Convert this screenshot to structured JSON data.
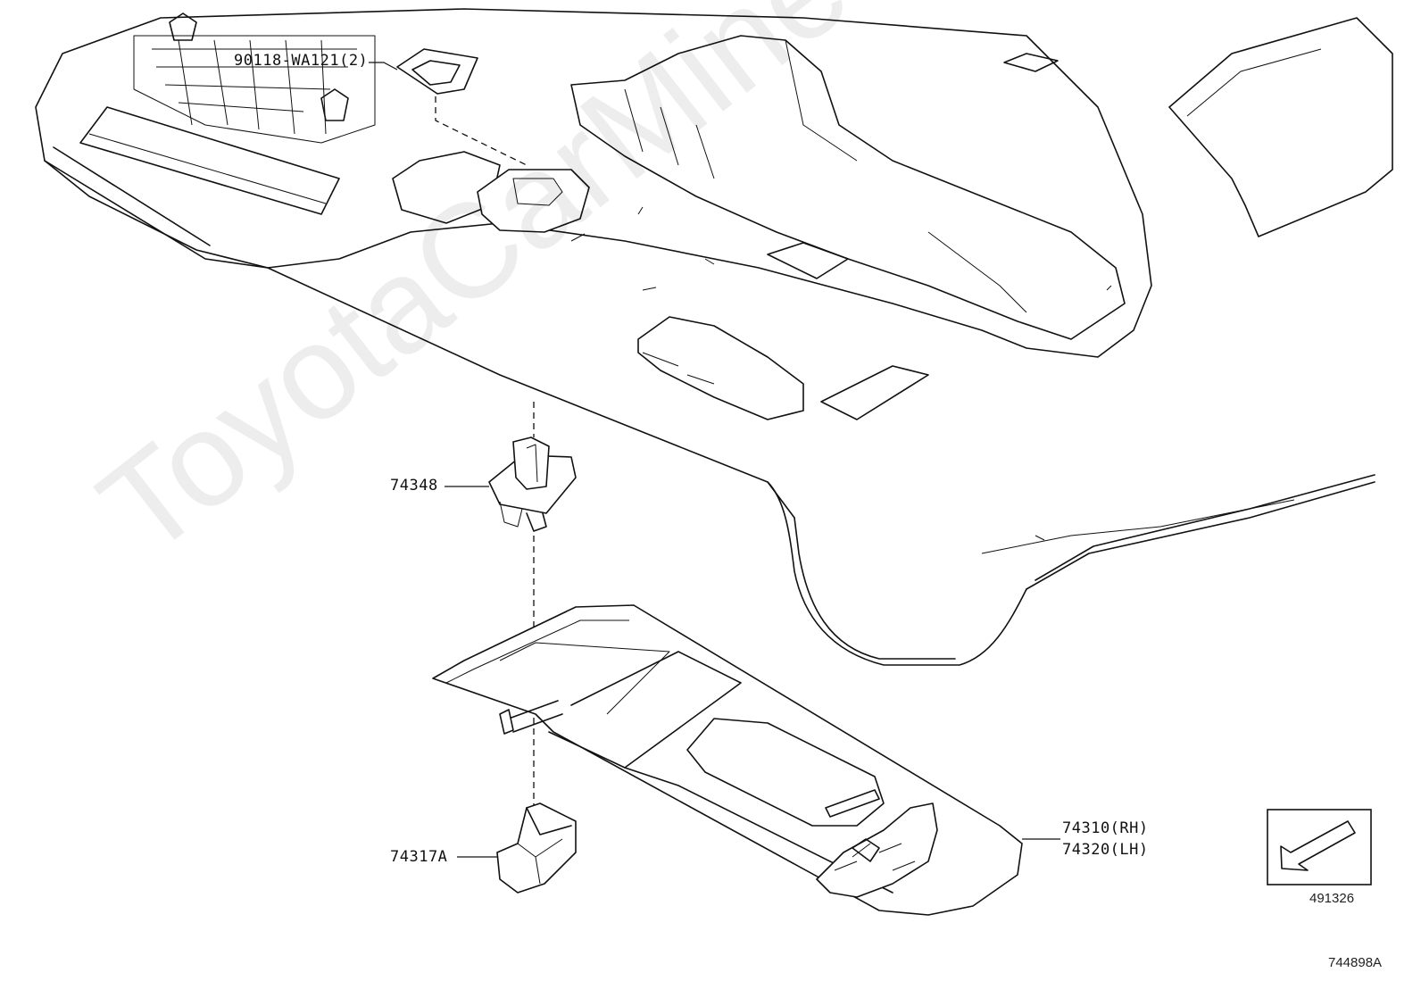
{
  "parts": {
    "clip": "90118-WA121(2)",
    "holder": "74348",
    "hinge_cover": "74317A",
    "visor_rh": "74310(RH)",
    "visor_lh": "74320(LH)"
  },
  "reference_box_code": "491326",
  "illustration_code": "744898A",
  "watermark": "ToyotaCarMine.ru"
}
